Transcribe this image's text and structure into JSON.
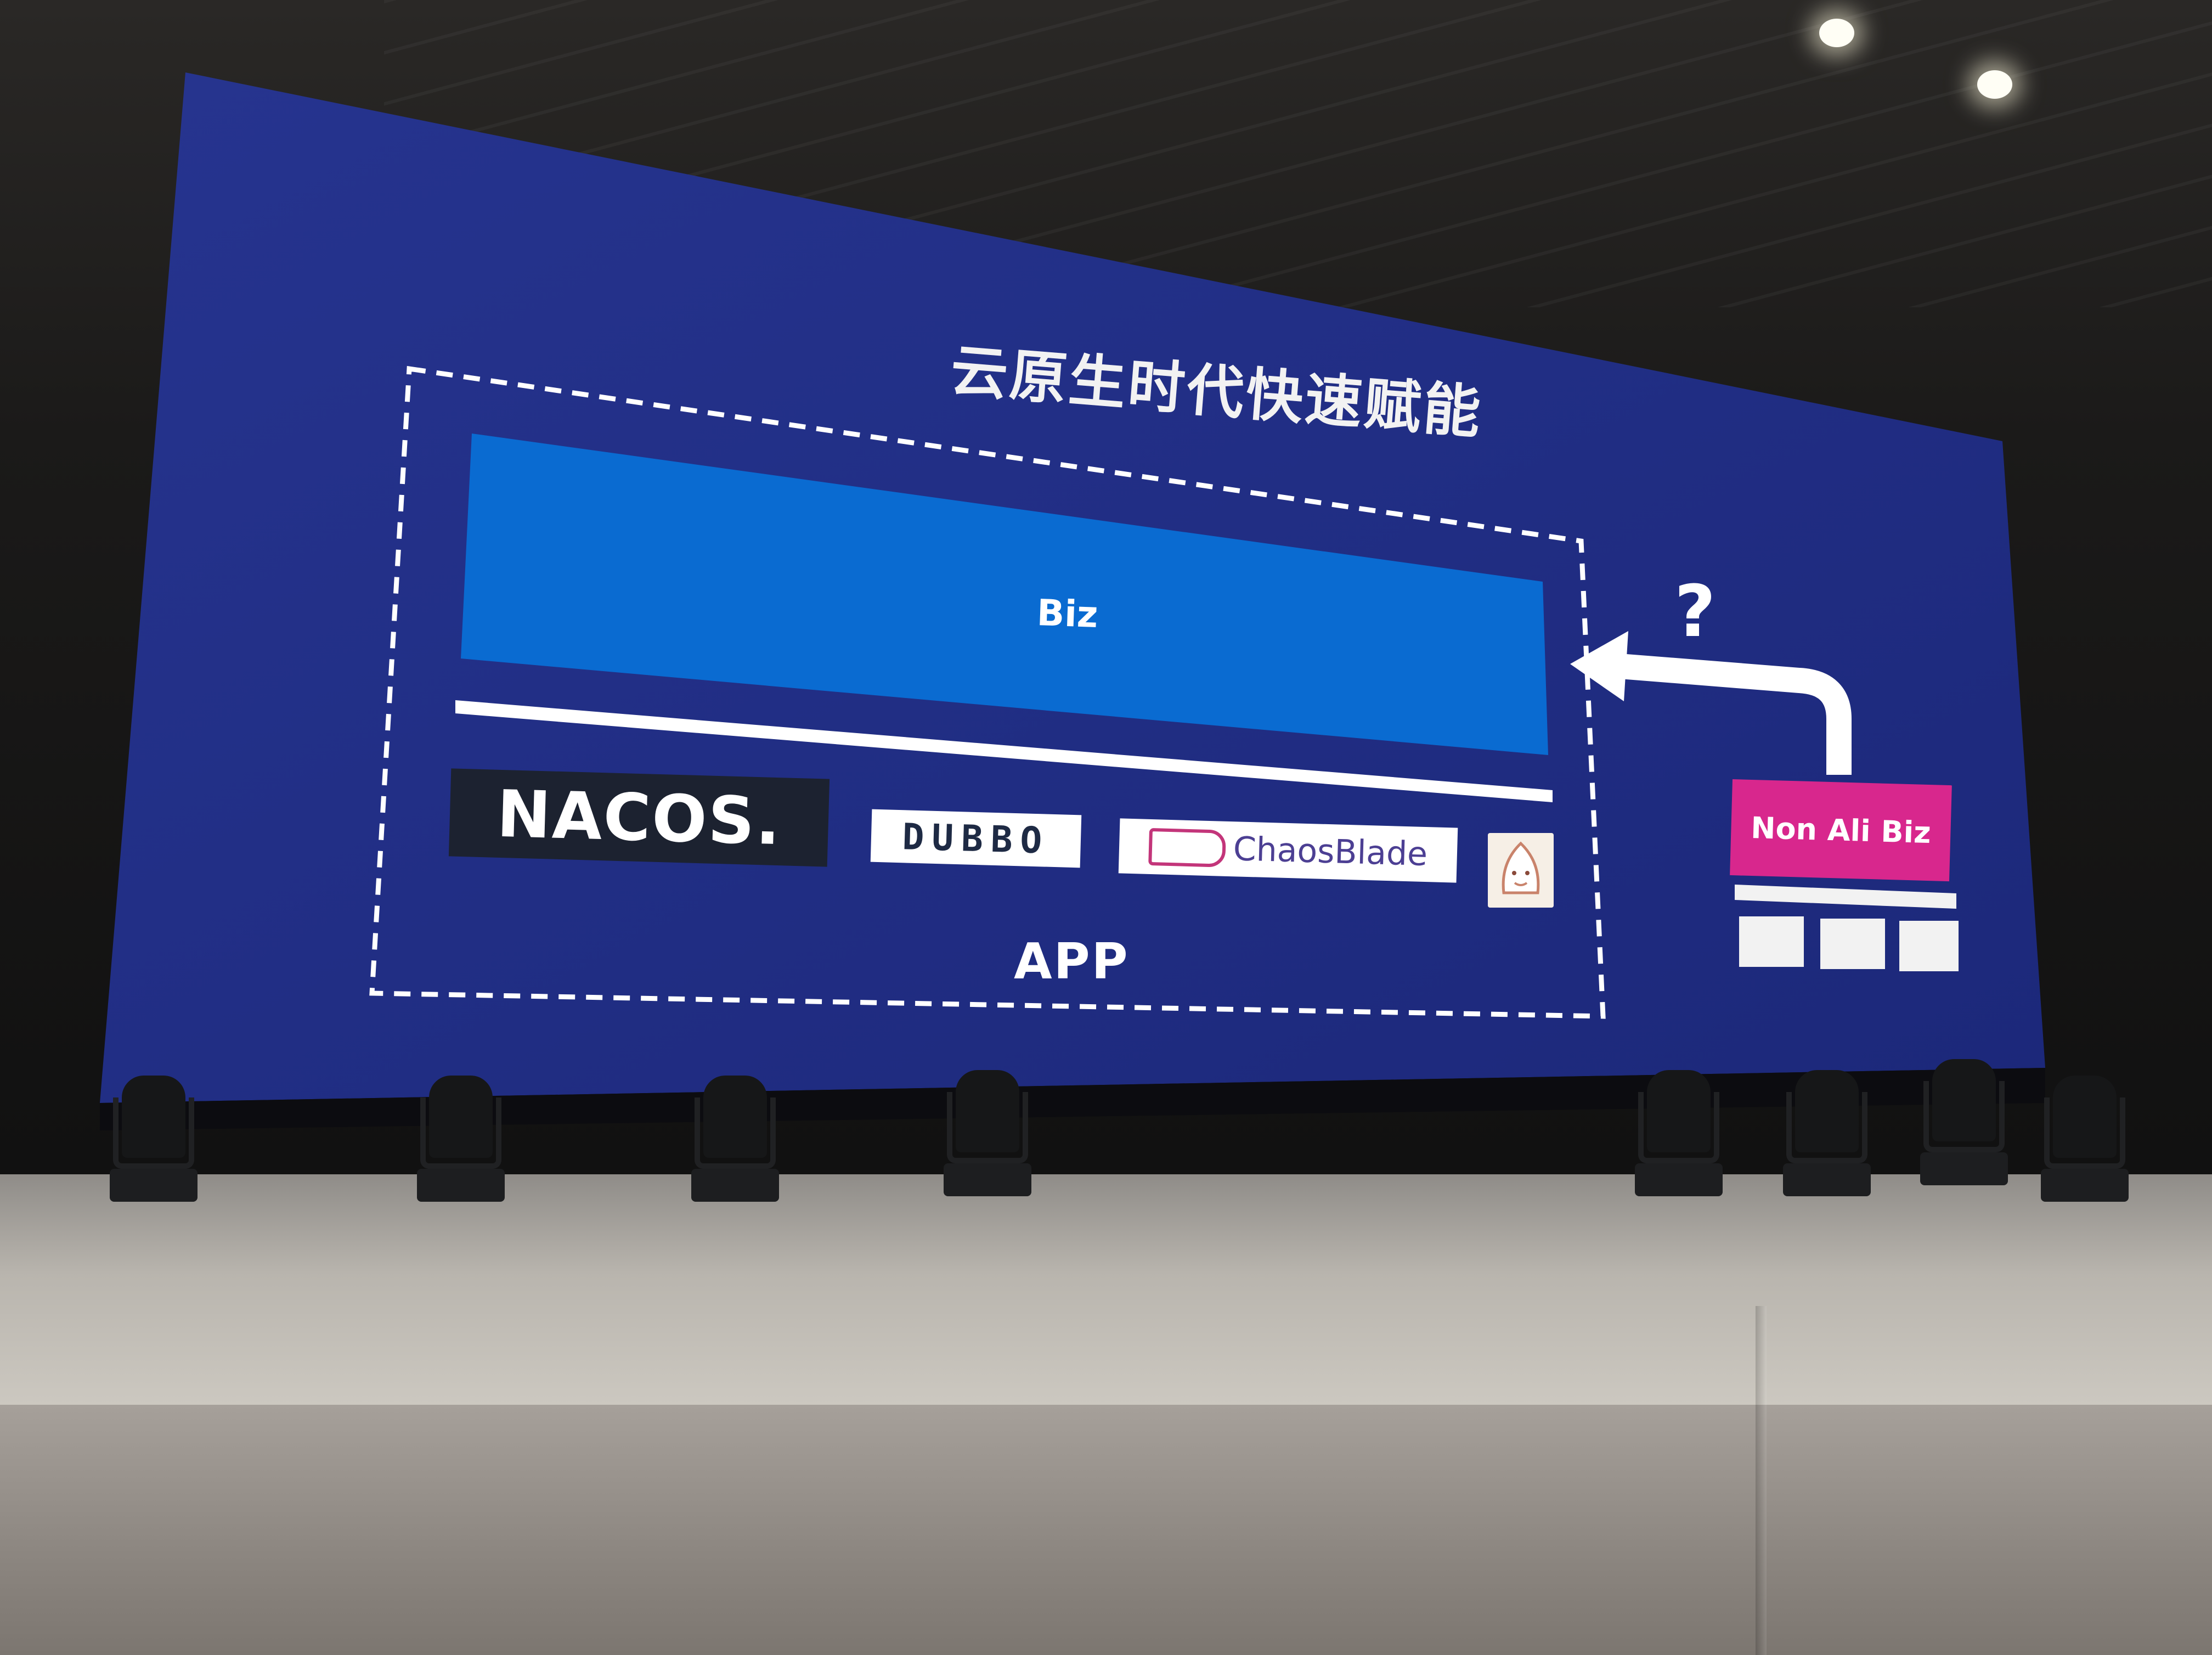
{
  "slide": {
    "title": "云原生时代快速赋能",
    "biz_label": "Biz",
    "app_label": "APP",
    "question_mark": "?",
    "non_ali_label": "Non Ali Biz"
  },
  "logos": {
    "nacos": "NACOS.",
    "dubbo": "DUBBO",
    "chaosblade": "ChaosBlade"
  },
  "colors": {
    "screen_blue": "#1f2d86",
    "biz_blue": "#0a6bd1",
    "non_ali_pink": "#d8278d",
    "stage_grey": "#bcb8b0"
  }
}
